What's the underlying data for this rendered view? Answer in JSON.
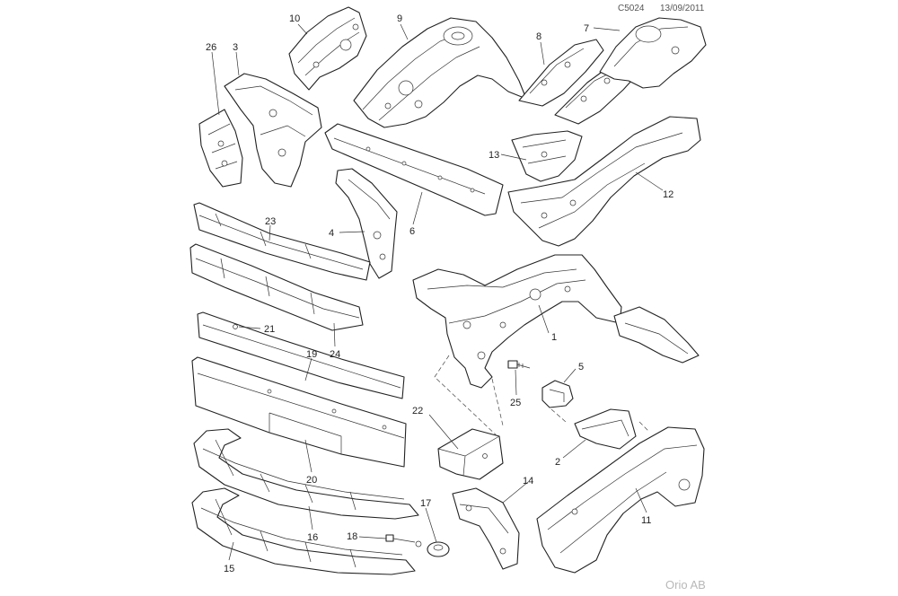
{
  "header": {
    "code": "C5024",
    "date": "13/09/2011"
  },
  "footer": {
    "brand": "Orio AB"
  },
  "callouts": [
    {
      "id": "n1",
      "label": "1"
    },
    {
      "id": "n2",
      "label": "2"
    },
    {
      "id": "n3",
      "label": "3"
    },
    {
      "id": "n4",
      "label": "4"
    },
    {
      "id": "n5",
      "label": "5"
    },
    {
      "id": "n6",
      "label": "6"
    },
    {
      "id": "n7",
      "label": "7"
    },
    {
      "id": "n8",
      "label": "8"
    },
    {
      "id": "n9",
      "label": "9"
    },
    {
      "id": "n10",
      "label": "10"
    },
    {
      "id": "n11",
      "label": "11"
    },
    {
      "id": "n12",
      "label": "12"
    },
    {
      "id": "n13",
      "label": "13"
    },
    {
      "id": "n14",
      "label": "14"
    },
    {
      "id": "n15",
      "label": "15"
    },
    {
      "id": "n16",
      "label": "16"
    },
    {
      "id": "n17",
      "label": "17"
    },
    {
      "id": "n18",
      "label": "18"
    },
    {
      "id": "n19",
      "label": "19"
    },
    {
      "id": "n20",
      "label": "20"
    },
    {
      "id": "n21",
      "label": "21"
    },
    {
      "id": "n22",
      "label": "22"
    },
    {
      "id": "n23",
      "label": "23"
    },
    {
      "id": "n24",
      "label": "24"
    },
    {
      "id": "n25",
      "label": "25"
    },
    {
      "id": "n26",
      "label": "26"
    }
  ]
}
